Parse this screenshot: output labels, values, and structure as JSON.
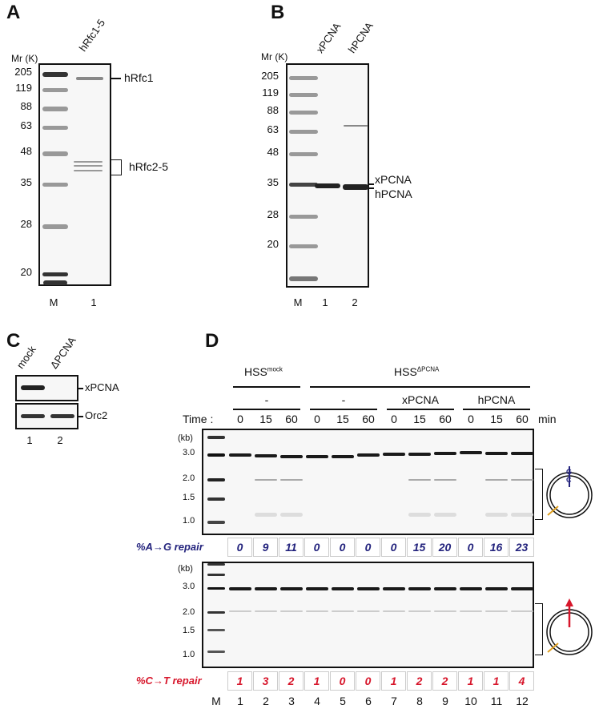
{
  "panel_a": {
    "label": "A",
    "mr_label": "Mr (K)",
    "lane_header": "hRfc1-5",
    "markers": [
      "205",
      "119",
      "88",
      "63",
      "48",
      "35",
      "28",
      "20"
    ],
    "band_labels": [
      "hRfc1",
      "hRfc2-5"
    ],
    "lanes": [
      "M",
      "1"
    ]
  },
  "panel_b": {
    "label": "B",
    "mr_label": "Mr (K)",
    "lane_headers": [
      "xPCNA",
      "hPCNA"
    ],
    "markers": [
      "205",
      "119",
      "88",
      "63",
      "48",
      "35",
      "28",
      "20"
    ],
    "band_labels": [
      "xPCNA",
      "hPCNA"
    ],
    "lanes": [
      "M",
      "1",
      "2"
    ]
  },
  "panel_c": {
    "label": "C",
    "lane_headers": [
      "mock",
      "ΔPCNA"
    ],
    "blot_labels": [
      "xPCNA",
      "Orc2"
    ],
    "lanes": [
      "1",
      "2"
    ]
  },
  "panel_d": {
    "label": "D",
    "group1": {
      "name": "HSS",
      "sup": "mock"
    },
    "group2": {
      "name": "HSS",
      "sup": "ΔPCNA"
    },
    "subgroups": [
      "-",
      "-",
      "xPCNA",
      "hPCNA"
    ],
    "time_label": "Time :",
    "time_unit": "min",
    "times": [
      "0",
      "15",
      "60",
      "0",
      "15",
      "60",
      "0",
      "15",
      "60",
      "0",
      "15",
      "60"
    ],
    "kb_label": "(kb)",
    "kb_markers": [
      "3.0",
      "2.0",
      "1.5",
      "1.0"
    ],
    "repair_ag_label": "%A→G repair",
    "repair_ag": [
      "0",
      "9",
      "11",
      "0",
      "0",
      "0",
      "0",
      "15",
      "20",
      "0",
      "16",
      "23"
    ],
    "repair_ct_label": "%C→T repair",
    "repair_ct": [
      "1",
      "3",
      "2",
      "1",
      "0",
      "0",
      "1",
      "2",
      "2",
      "1",
      "1",
      "4"
    ],
    "lanes": [
      "M",
      "1",
      "2",
      "3",
      "4",
      "5",
      "6",
      "7",
      "8",
      "9",
      "10",
      "11",
      "12"
    ],
    "colors": {
      "ag": "#23237d",
      "ct": "#d7162b",
      "cut": "#e0a020"
    }
  }
}
